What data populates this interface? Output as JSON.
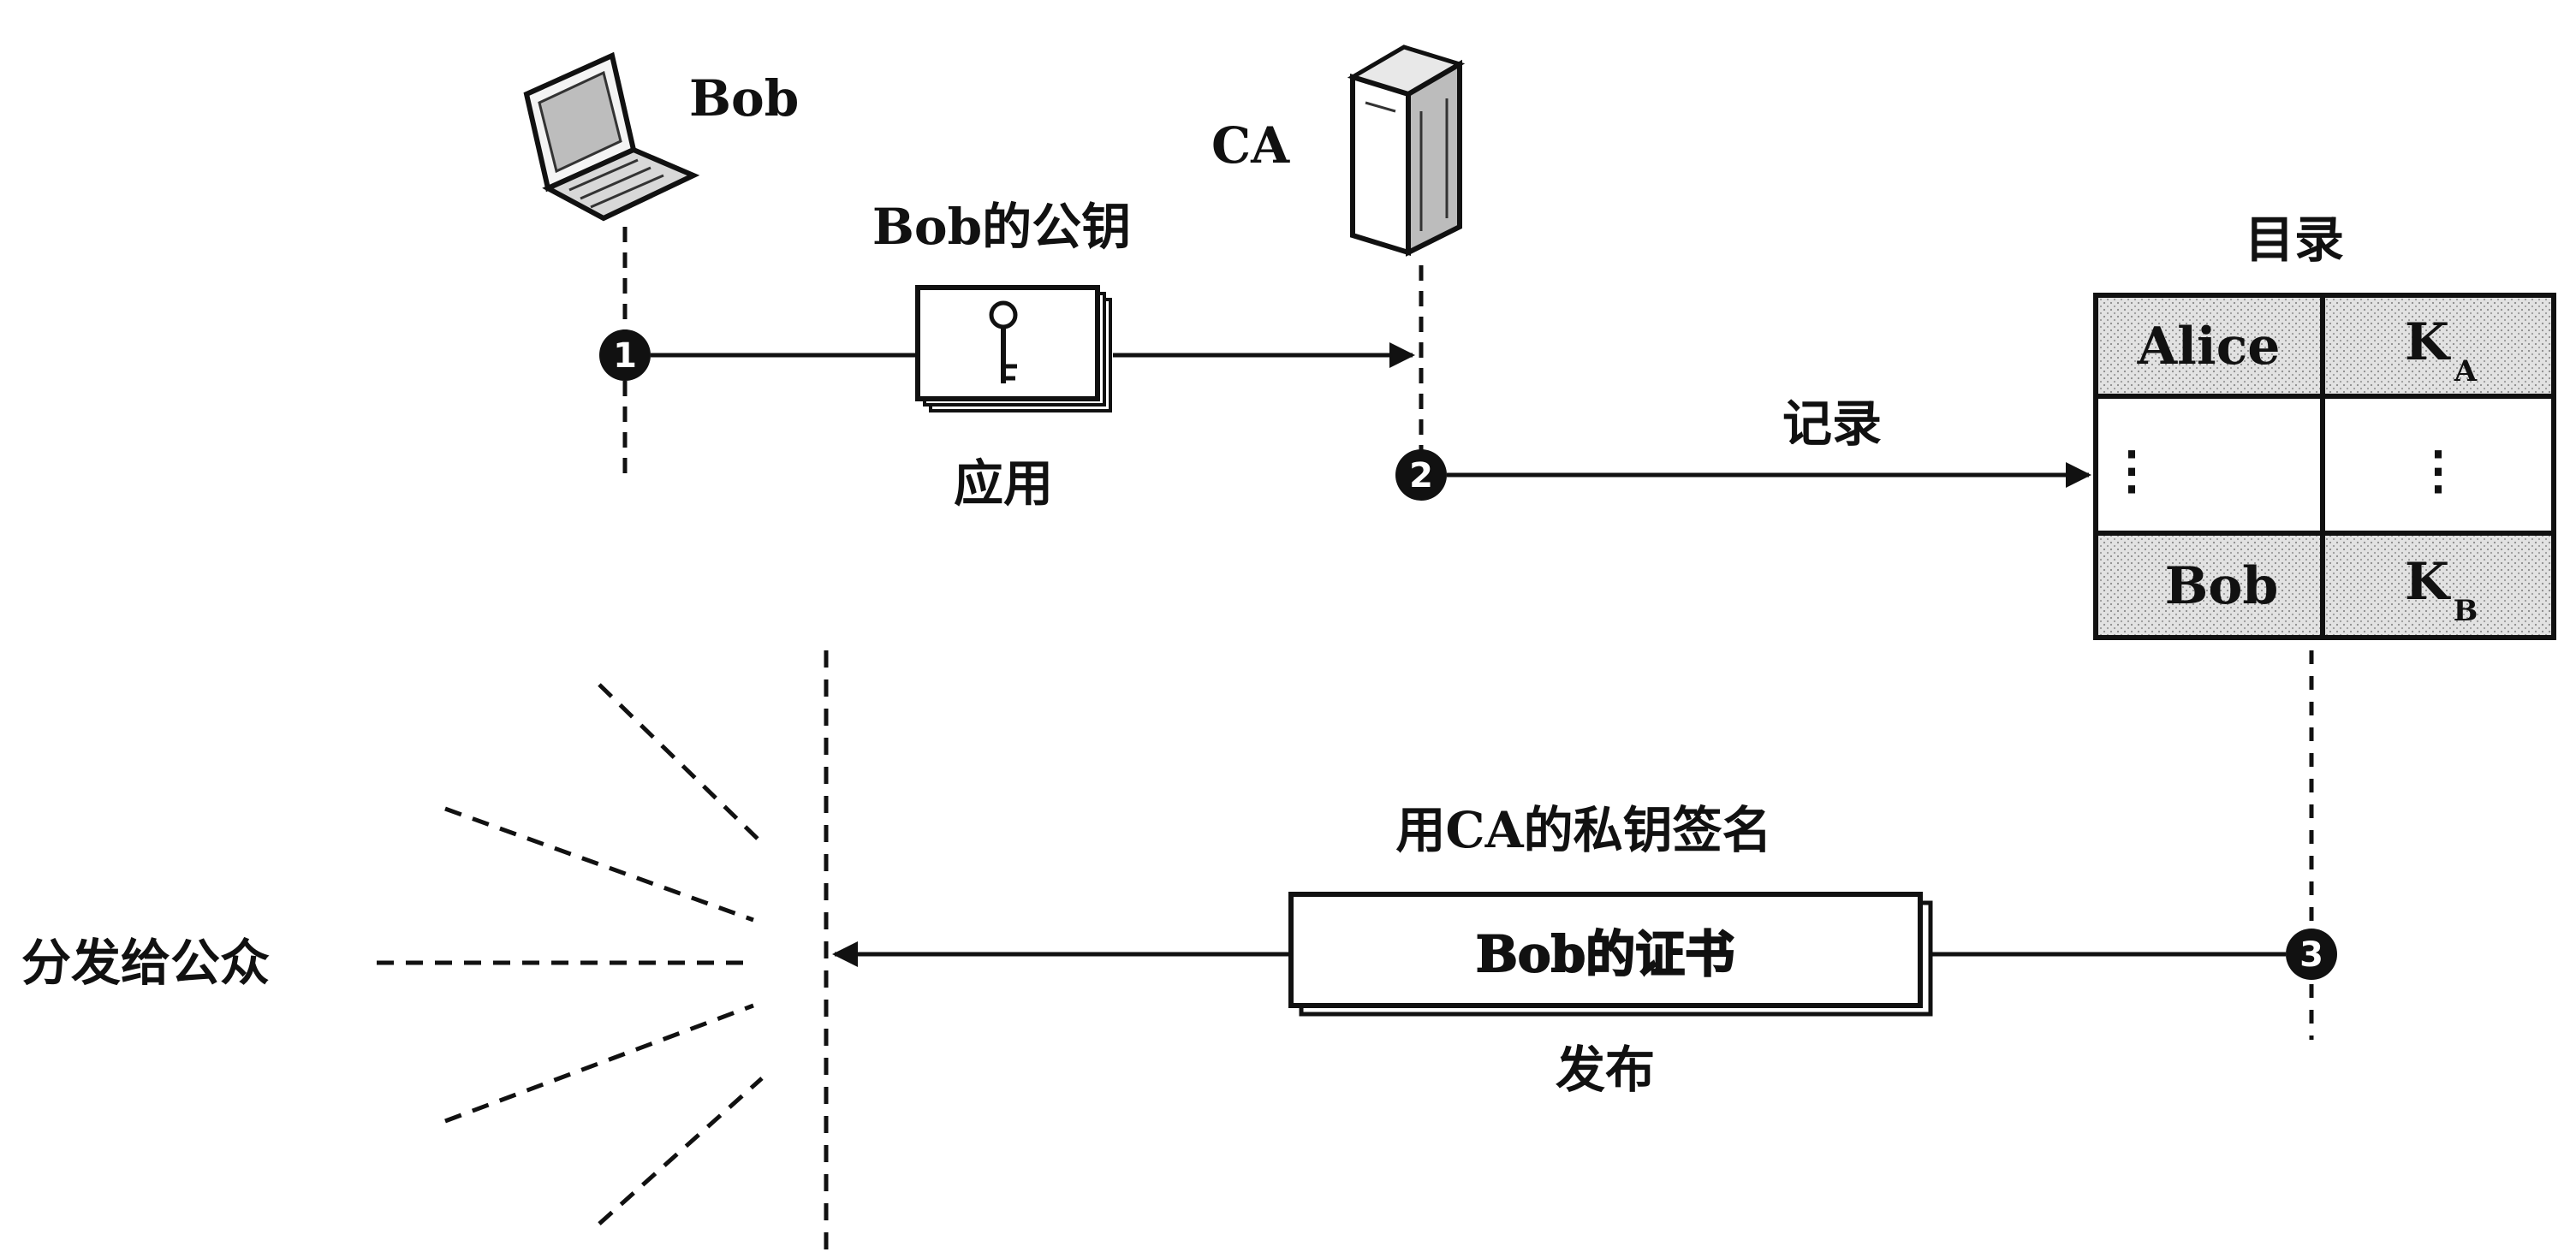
{
  "bob": {
    "label": "Bob",
    "icon": "laptop-icon"
  },
  "ca": {
    "label": "CA",
    "icon": "server-icon"
  },
  "steps": [
    {
      "number": "1",
      "top_label": "Bob的公钥",
      "bottom_label": "应用"
    },
    {
      "number": "2",
      "top_label": "记录"
    },
    {
      "number": "3",
      "top_label": "用CA的私钥签名",
      "document_label": "Bob的证书",
      "bottom_label": "发布"
    }
  ],
  "directory": {
    "title": "目录",
    "rows": [
      {
        "name": "Alice",
        "key": "K",
        "key_sub": "A"
      },
      {
        "name": "⋮",
        "key": "⋮",
        "key_sub": ""
      },
      {
        "name": "Bob",
        "key": "K",
        "key_sub": "B"
      }
    ]
  },
  "distribution": {
    "label": "分发给公众"
  },
  "icons": {
    "key": "key-icon",
    "certificate": "certificate-icon"
  }
}
